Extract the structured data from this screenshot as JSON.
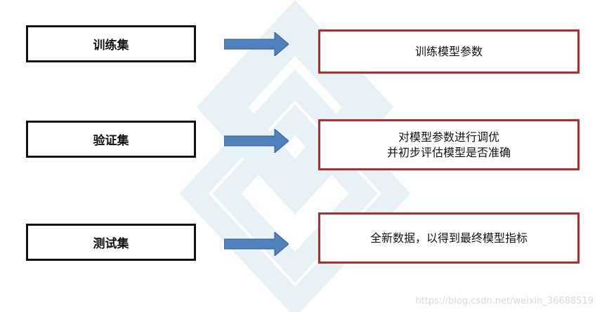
{
  "rows": [
    {
      "label": "训练集",
      "description": [
        "训练模型参数"
      ]
    },
    {
      "label": "验证集",
      "description": [
        "对模型参数进行调优",
        "并初步评估模型是否准确"
      ]
    },
    {
      "label": "测试集",
      "description": [
        "全新数据，以得到最终模型指标"
      ]
    }
  ],
  "watermark": "https://blog.csdn.net/weixin_36688519",
  "colors": {
    "left_border": "#111111",
    "right_border": "#b12b2f",
    "arrow": "#4f81bd",
    "background_logo": "#d7e6ee"
  }
}
